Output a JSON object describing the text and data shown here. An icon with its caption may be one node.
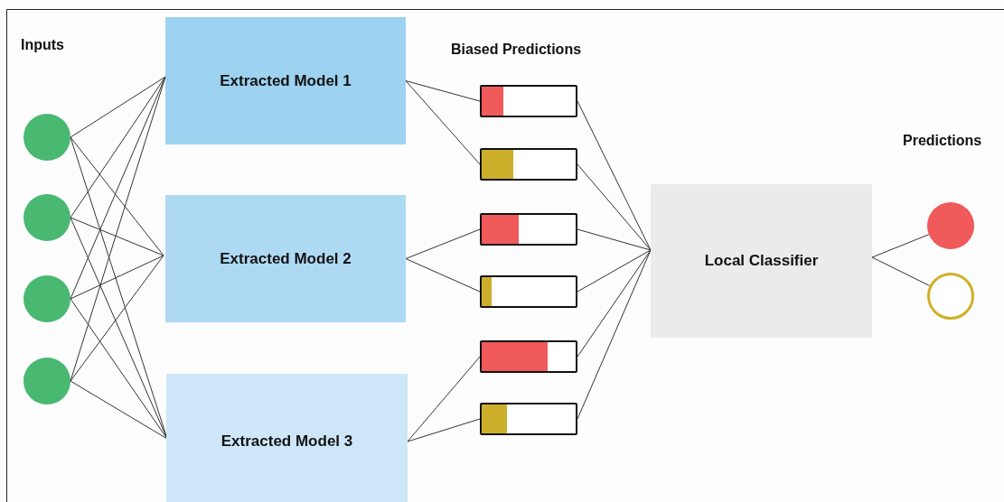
{
  "diagram": {
    "nodes": [
      {
        "text": [],
        "shape": "circle"
      },
      {
        "text": [],
        "shape": "circle"
      },
      {
        "text": [],
        "shape": "circle"
      },
      {
        "text": [],
        "shape": "circle"
      },
      {
        "text": [
          "Extracted Model 1"
        ]
      },
      {
        "text": [
          "Extracted Model 2"
        ]
      },
      {
        "text": [
          "Extracted Model 3"
        ]
      },
      {
        "text": [],
        "shape": "bar"
      },
      {
        "text": [],
        "shape": "bar"
      },
      {
        "text": [],
        "shape": "bar"
      },
      {
        "text": [],
        "shape": "bar"
      },
      {
        "text": [],
        "shape": "bar"
      },
      {
        "text": [],
        "shape": "bar"
      },
      {
        "text": [
          "Local Classifier"
        ]
      },
      {
        "text": [],
        "shape": "circle"
      },
      {
        "text": [],
        "shape": "circle"
      }
    ],
    "edges": [
      {
        "from": 0,
        "to": 4,
        "arrow": "none"
      },
      {
        "from": 0,
        "to": 5,
        "arrow": "none"
      },
      {
        "from": 0,
        "to": 6,
        "arrow": "none"
      },
      {
        "from": 1,
        "to": 4,
        "arrow": "none"
      },
      {
        "from": 1,
        "to": 5,
        "arrow": "none"
      },
      {
        "from": 1,
        "to": 6,
        "arrow": "none"
      },
      {
        "from": 2,
        "to": 4,
        "arrow": "none"
      },
      {
        "from": 2,
        "to": 5,
        "arrow": "none"
      },
      {
        "from": 2,
        "to": 6,
        "arrow": "none"
      },
      {
        "from": 3,
        "to": 4,
        "arrow": "none"
      },
      {
        "from": 3,
        "to": 5,
        "arrow": "none"
      },
      {
        "from": 3,
        "to": 6,
        "arrow": "none"
      },
      {
        "from": 4,
        "to": 7,
        "arrow": "none"
      },
      {
        "from": 4,
        "to": 8,
        "arrow": "none"
      },
      {
        "from": 5,
        "to": 9,
        "arrow": "none"
      },
      {
        "from": 5,
        "to": 10,
        "arrow": "none"
      },
      {
        "from": 6,
        "to": 11,
        "arrow": "none"
      },
      {
        "from": 6,
        "to": 12,
        "arrow": "none"
      },
      {
        "from": 7,
        "to": 13,
        "arrow": "none"
      },
      {
        "from": 8,
        "to": 13,
        "arrow": "none"
      },
      {
        "from": 9,
        "to": 13,
        "arrow": "none"
      },
      {
        "from": 10,
        "to": 13,
        "arrow": "none"
      },
      {
        "from": 11,
        "to": 13,
        "arrow": "none"
      },
      {
        "from": 12,
        "to": 13,
        "arrow": "none"
      },
      {
        "from": 13,
        "to": 14,
        "arrow": "none"
      },
      {
        "from": 13,
        "to": 15,
        "arrow": "none"
      }
    ],
    "labels": [
      "Inputs",
      "Biased Predictions",
      "Predictions"
    ]
  }
}
